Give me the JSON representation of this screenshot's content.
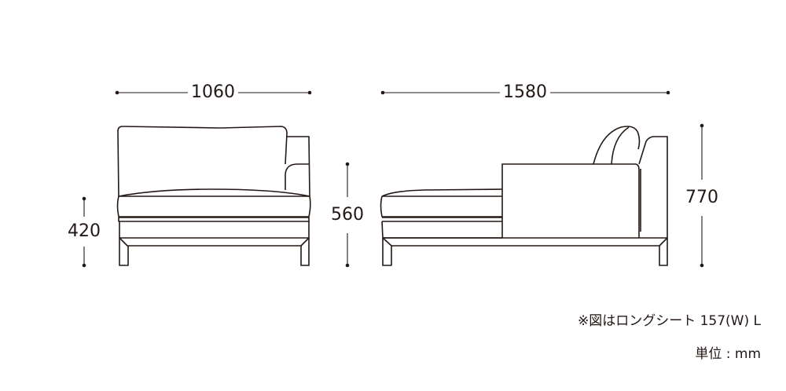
{
  "dimensions": {
    "front_width": "1060",
    "side_width": "1580",
    "seat_height": "420",
    "arm_height": "560",
    "total_height": "770"
  },
  "notes": {
    "model": "※図はロングシート 157(W) L",
    "unit": "単位 : mm"
  }
}
